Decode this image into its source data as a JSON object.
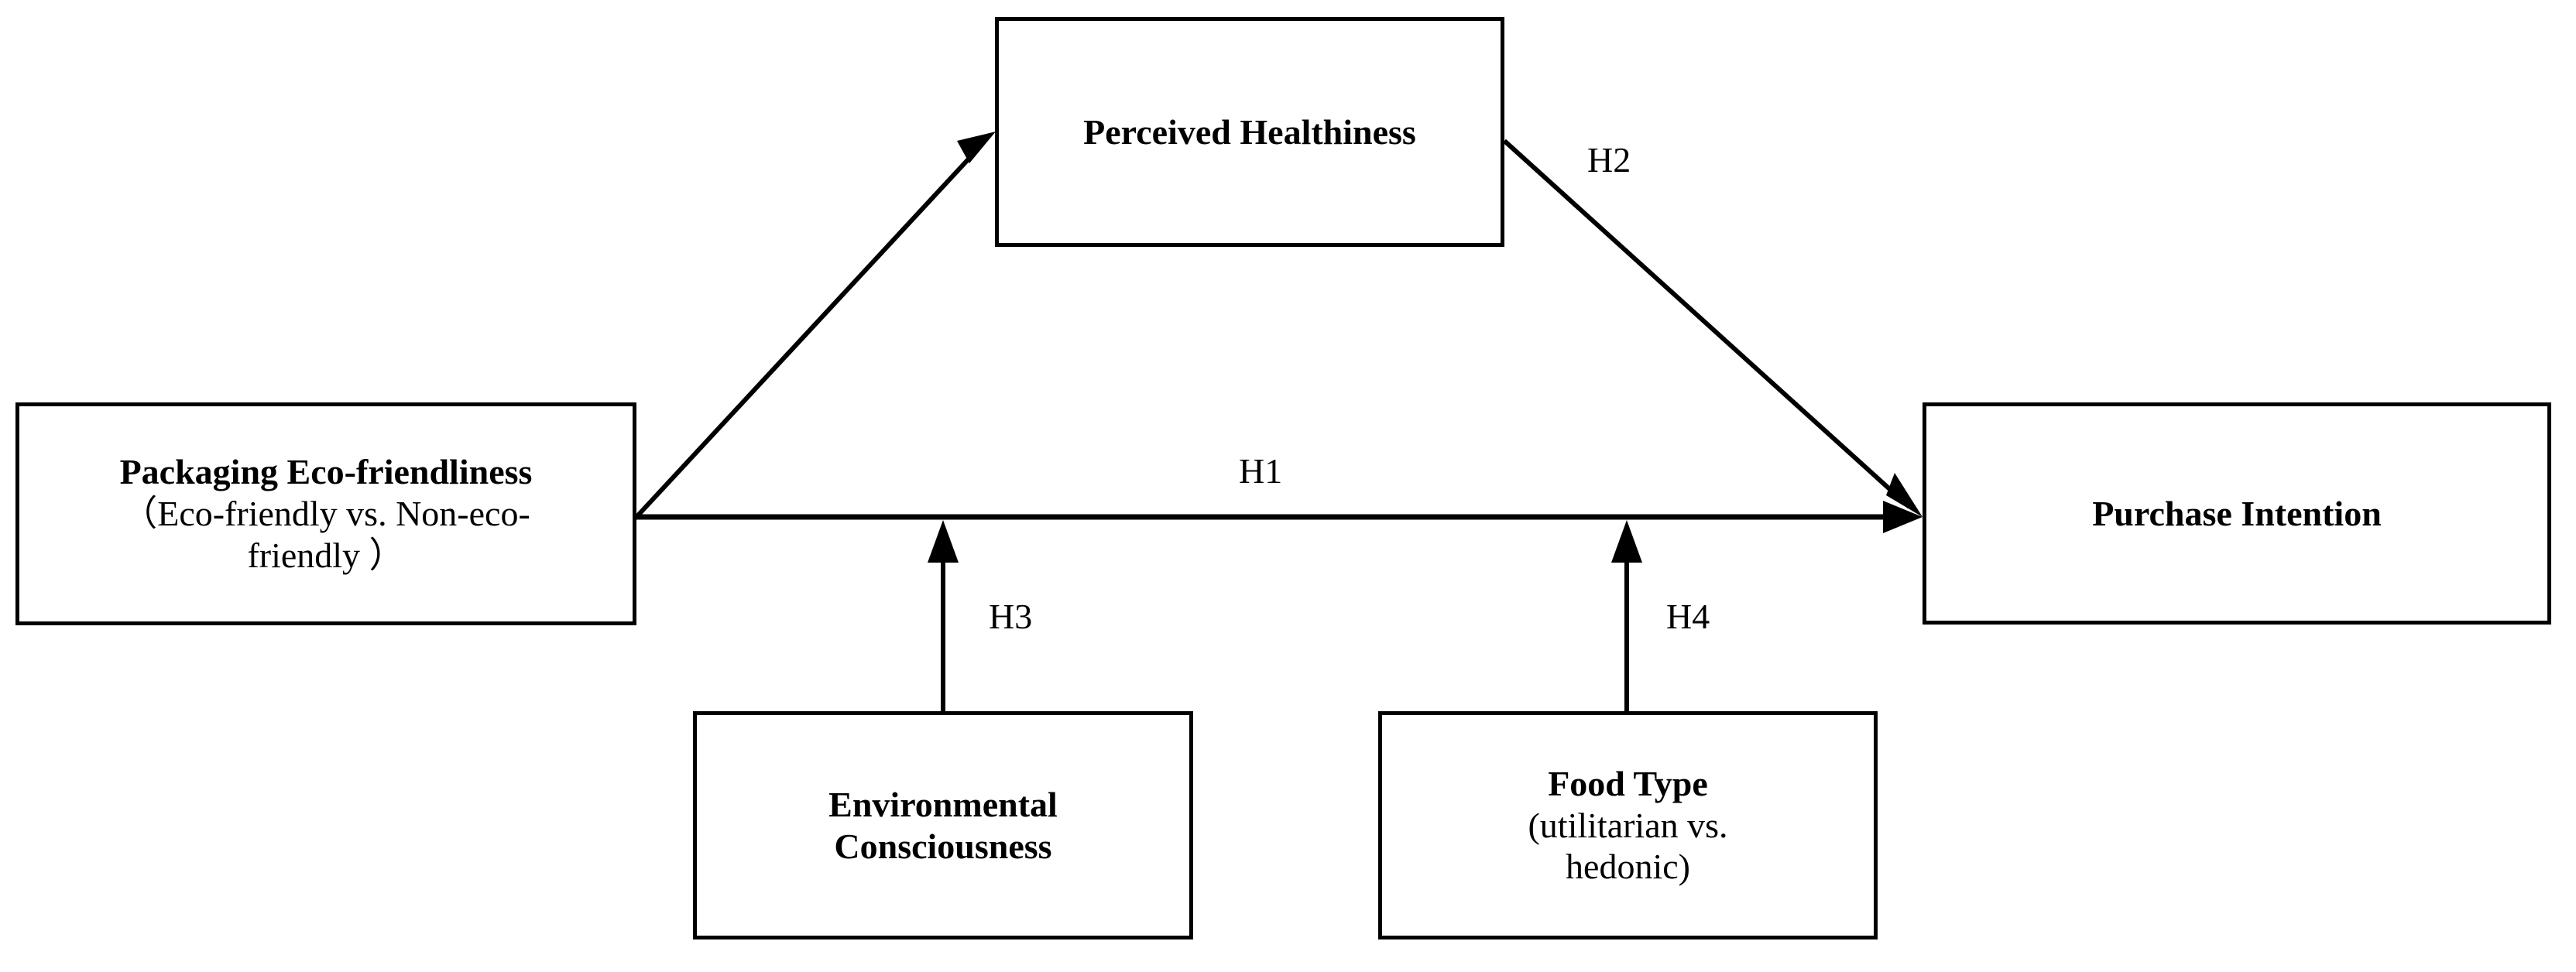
{
  "diagram": {
    "type": "conceptual-model",
    "background_color": "#ffffff",
    "line_color": "#000000",
    "nodes": [
      {
        "id": "packaging",
        "title": "Packaging Eco-friendliness",
        "subtitle_line1": "（Eco-friendly  vs. Non-eco-",
        "subtitle_line2": "friendly ）"
      },
      {
        "id": "healthiness",
        "title": "Perceived Healthiness"
      },
      {
        "id": "purchase",
        "title": "Purchase Intention"
      },
      {
        "id": "environmental_consciousness",
        "title_line1": "Environmental",
        "title_line2": "Consciousness"
      },
      {
        "id": "food_type",
        "title": "Food Type",
        "subtitle_line1": "(utilitarian vs.",
        "subtitle_line2": "hedonic)"
      }
    ],
    "edges": [
      {
        "id": "h1",
        "label": "H1",
        "from": "packaging",
        "to": "purchase",
        "style": "solid-arrow",
        "direction": "horizontal"
      },
      {
        "id": "h2",
        "label": "H2",
        "from": "healthiness",
        "to": "purchase",
        "style": "solid-arrow",
        "direction": "diagonal-down"
      },
      {
        "id": "path_a",
        "label": "",
        "from": "packaging",
        "to": "healthiness",
        "style": "solid-arrow",
        "direction": "diagonal-up"
      },
      {
        "id": "h3",
        "label": "H3",
        "from": "environmental_consciousness",
        "to": "h1",
        "style": "solid-arrow",
        "direction": "vertical-up",
        "role": "moderator"
      },
      {
        "id": "h4",
        "label": "H4",
        "from": "food_type",
        "to": "h1",
        "style": "solid-arrow",
        "direction": "vertical-up",
        "role": "moderator"
      }
    ]
  }
}
